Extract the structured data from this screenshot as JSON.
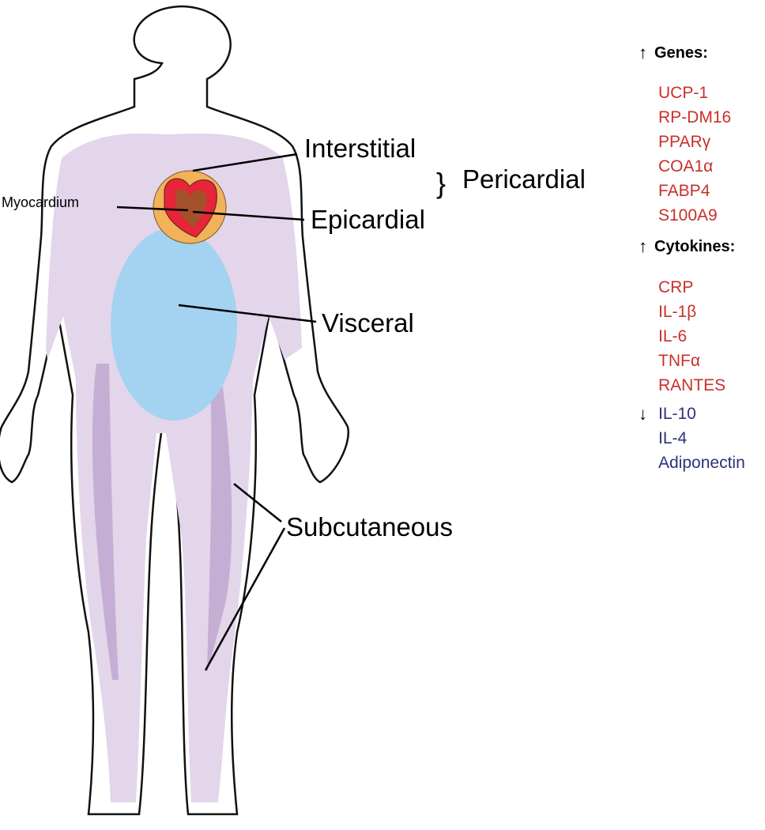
{
  "labels": {
    "interstitial": "Interstitial",
    "epicardial": "Epicardial",
    "pericardial_brace": "}",
    "pericardial": "Pericardial",
    "myocardium": "Myocardium",
    "visceral": "Visceral",
    "subcutaneous": "Subcutaneous"
  },
  "genes": {
    "arrow": "↑",
    "heading": "Genes:",
    "items": [
      "UCP-1",
      "RP-DM16",
      "PPARγ",
      "COA1α",
      "FABP4",
      "S100A9"
    ]
  },
  "cytokines": {
    "arrow": "↑",
    "heading": "Cytokines:",
    "items": [
      "CRP",
      "IL-1β",
      "IL-6",
      "TNFα",
      "RANTES"
    ]
  },
  "decreased": {
    "arrow": "↓",
    "items": [
      "IL-10",
      "IL-4",
      "Adiponectin"
    ]
  },
  "colors": {
    "subcutaneous_light": "#e3d5ea",
    "subcutaneous_dark": "#c5aed4",
    "visceral": "#a3d3f0",
    "pericardial_outer": "#f2b25a",
    "myocardium": "#e8243a",
    "epicardial_core": "#a4502a",
    "increased_text": "#c8302b",
    "decreased_text": "#2b3278"
  }
}
